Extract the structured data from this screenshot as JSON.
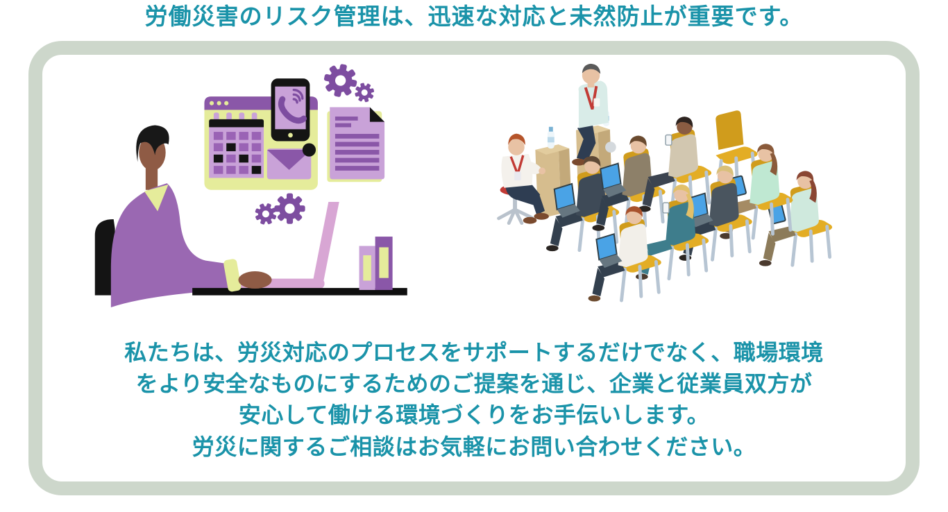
{
  "title": {
    "text": "労働災害のリスク管理は、迅速な対応と未然防止が重要です。"
  },
  "panel": {
    "paragraph_lines": [
      "私たちは、労災対応のプロセスをサポートするだけでなく、職場環境",
      "をより安全なものにするためのご提案を通じ、企業と従業員双方が",
      "安心して働ける環境づくりをお手伝いします。",
      "労災に関するご相談はお気軽にお問い合わせください。"
    ]
  },
  "illustrations": {
    "left": {
      "name": "desk-workflow-illustration"
    },
    "right": {
      "name": "seminar-audience-illustration"
    }
  },
  "colors": {
    "accent_text_teal": "#1A93A9",
    "panel_border_gray_green": "#CDD7CB",
    "background": "#FFFFFF",
    "purple_dark": "#7D4DA0",
    "purple_mid": "#9A63B5",
    "purple_light": "#C9A2D8",
    "pink_laptop": "#D8A6D4",
    "yellow_green": "#E5EC9B",
    "chair_yellow": "#D8A31E",
    "box_tan": "#D6BD8E",
    "screen_blue": "#4AA3E6",
    "red_accent": "#C23B35",
    "black_ink": "#141414"
  }
}
